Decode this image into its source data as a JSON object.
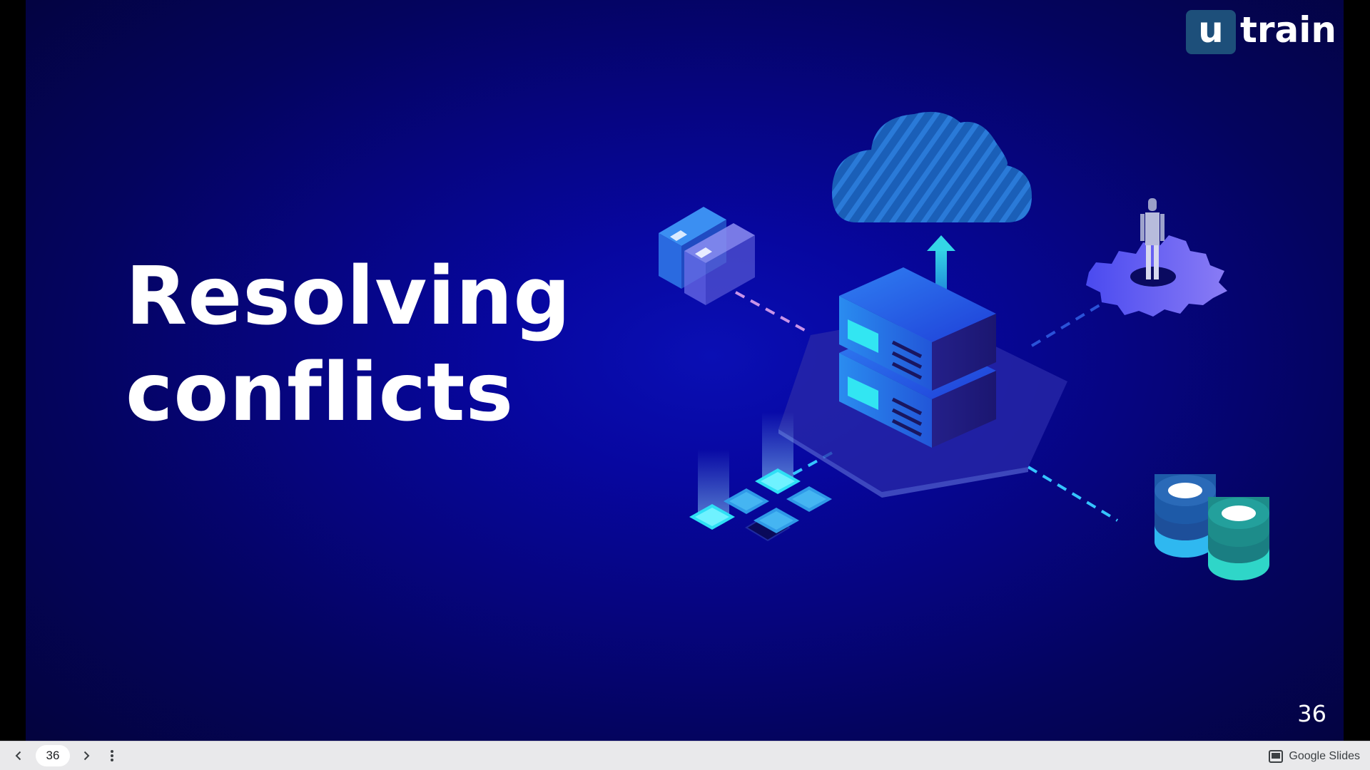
{
  "slide": {
    "title_line_1": "Resolving",
    "title_line_2": "conflicts",
    "slide_number": "36",
    "logo": {
      "badge_letter": "u",
      "word": "train",
      "badge_color": "#1d4f7a"
    },
    "background_color": "#0707a0"
  },
  "illustration": {
    "icons": [
      "cloud-icon",
      "upload-arrow-icon",
      "server-stack-icon",
      "folder-cards-icon",
      "user-gear-icon",
      "chip-grid-icon",
      "database-icon"
    ]
  },
  "toolbar": {
    "page_value": "36",
    "prev_icon": "chevron-left-icon",
    "next_icon": "chevron-right-icon",
    "more_icon": "more-vert-icon",
    "brand_label": "Google Slides",
    "brand_icon": "slides-icon",
    "background_color": "#e9e9eb"
  }
}
